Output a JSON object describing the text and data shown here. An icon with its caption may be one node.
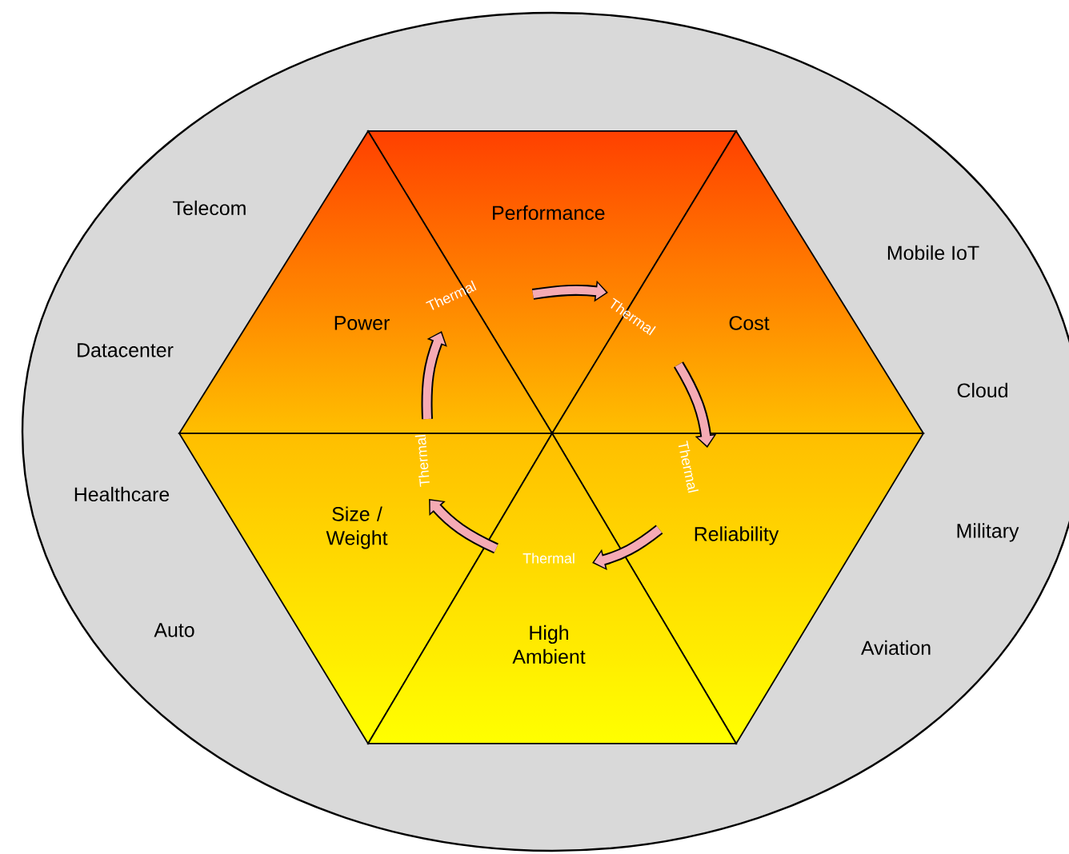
{
  "diagram": {
    "nodes": [
      {
        "text": [
          "Performance"
        ]
      },
      {
        "text": [
          "Power"
        ]
      },
      {
        "text": [
          "Cost"
        ]
      },
      {
        "text": [
          "Size / Weight"
        ]
      },
      {
        "text": [
          "Reliability"
        ]
      },
      {
        "text": [
          "High Ambient"
        ]
      }
    ],
    "labels": [
      "Telecom",
      "Mobile IoT",
      "Datacenter",
      "Thermal",
      "Thermal",
      "Cloud",
      "Thermal",
      "Healthcare",
      "Military",
      "Thermal",
      "Thermal",
      "Auto",
      "Aviation"
    ]
  }
}
